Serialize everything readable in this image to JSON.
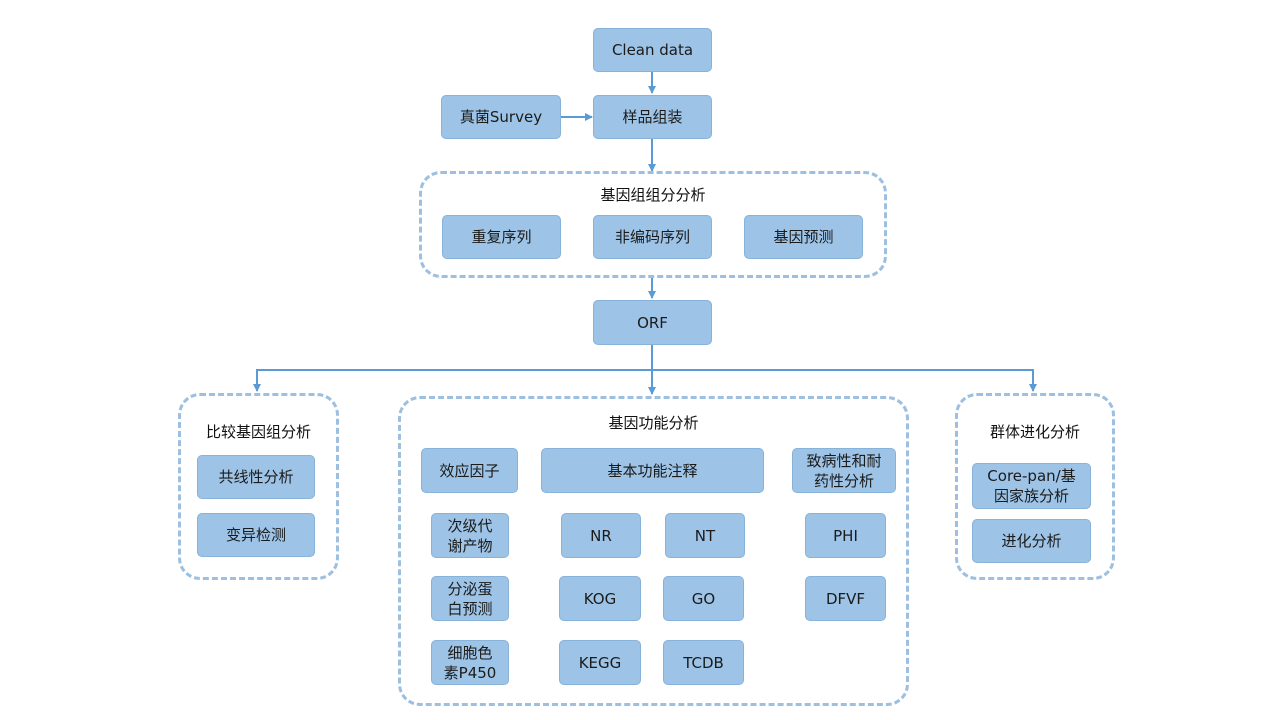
{
  "nodes": {
    "clean_data": "Clean data",
    "fungal_survey": "真菌Survey",
    "assembly": "样品组装",
    "orf": "ORF"
  },
  "genome_component": {
    "title": "基因组组分分析",
    "items": [
      "重复序列",
      "非编码序列",
      "基因预测"
    ]
  },
  "comparative": {
    "title": "比较基因组分析",
    "items": [
      "共线性分析",
      "变异检测"
    ]
  },
  "function": {
    "title": "基因功能分析",
    "effector": "效应因子",
    "basic_annotation": "基本功能注释",
    "pathogenicity": "致病性和耐\n药性分析",
    "secondary_metabolite": "次级代\n谢产物",
    "secreted_protein": "分泌蛋\n白预测",
    "p450": "细胞色\n素P450",
    "nr": "NR",
    "nt": "NT",
    "kog": "KOG",
    "go": "GO",
    "kegg": "KEGG",
    "tcdb": "TCDB",
    "phi": "PHI",
    "dfvf": "DFVF"
  },
  "population": {
    "title": "群体进化分析",
    "items": [
      "Core-pan/基\n因家族分析",
      "进化分析"
    ]
  },
  "colors": {
    "box_fill": "#9dc3e6",
    "group_border": "#9dbfe0",
    "arrow": "#5b9bd5"
  }
}
